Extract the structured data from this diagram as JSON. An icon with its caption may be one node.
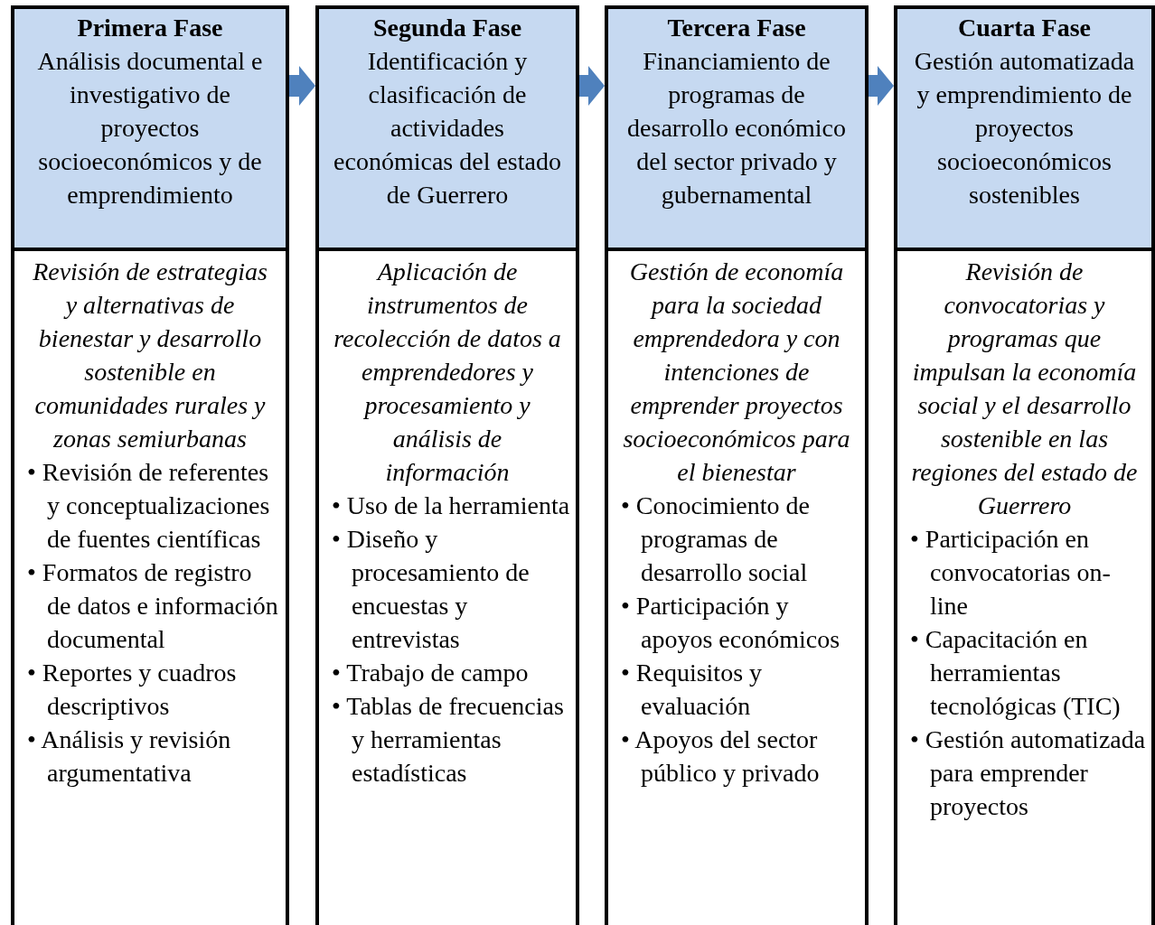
{
  "diagram": {
    "nodes": [
      {
        "text": [
          "Primera Fase",
          "Análisis documental e investigativo de proyectos socioeconómicos y de emprendimiento"
        ]
      },
      {
        "text": [
          "Revisión de estrategias y alternativas de bienestar y desarrollo sostenible en comunidades rurales y zonas semiurbanas",
          "• Revisión de referentes y conceptualizaciones de fuentes científicas",
          "• Formatos de registro de datos e información documental",
          "• Reportes y cuadros descriptivos",
          "• Análisis y revisión argumentativa"
        ]
      },
      {
        "text": [
          "Segunda Fase",
          "Identificación y clasificación de actividades económicas del estado de Guerrero"
        ]
      },
      {
        "text": [
          "Aplicación de instrumentos de recolección de datos a emprendedores y procesamiento y análisis de información",
          "• Uso de la herramienta",
          "• Diseño y procesamiento de encuestas y entrevistas",
          "• Trabajo de campo",
          "• Tablas de frecuencias y herramientas estadísticas"
        ]
      },
      {
        "text": [
          "Tercera Fase",
          "Financiamiento de programas de desarrollo económico del sector privado y gubernamental"
        ]
      },
      {
        "text": [
          "Gestión de economía para la sociedad emprendedora y con intenciones de emprender proyectos socioeconómicos para el bienestar",
          "• Conocimiento de programas de desarrollo social",
          "• Participación y apoyos económicos",
          "• Requisitos y evaluación",
          "• Apoyos del sector público y privado"
        ]
      },
      {
        "text": [
          "Cuarta Fase",
          "Gestión automatizada y emprendimiento de proyectos socioeconómicos sostenibles"
        ]
      },
      {
        "text": [
          "Revisión de convocatorias y programas que impulsan la economía social y el desarrollo sostenible en las regiones del estado de Guerrero",
          "• Participación en convocatorias on-line",
          "• Capacitación en herramientas tecnológicas (TIC)",
          "• Gestión automatizada para emprender proyectos"
        ]
      }
    ],
    "edges": [
      {
        "from": 0,
        "to": 2,
        "arrow": "to"
      },
      {
        "from": 2,
        "to": 4,
        "arrow": "to"
      },
      {
        "from": 4,
        "to": 6,
        "arrow": "to"
      }
    ]
  }
}
